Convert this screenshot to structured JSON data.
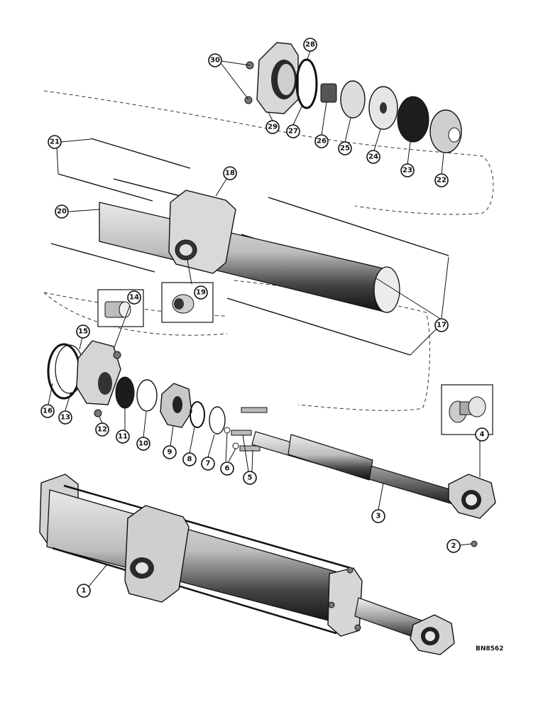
{
  "figure_code": "BN8562",
  "callouts": [
    "1",
    "2",
    "3",
    "4",
    "5",
    "6",
    "7",
    "8",
    "9",
    "10",
    "11",
    "12",
    "13",
    "14",
    "15",
    "16",
    "17",
    "18",
    "19",
    "20",
    "21",
    "22",
    "23",
    "24",
    "25",
    "26",
    "27",
    "28",
    "29",
    "30"
  ]
}
